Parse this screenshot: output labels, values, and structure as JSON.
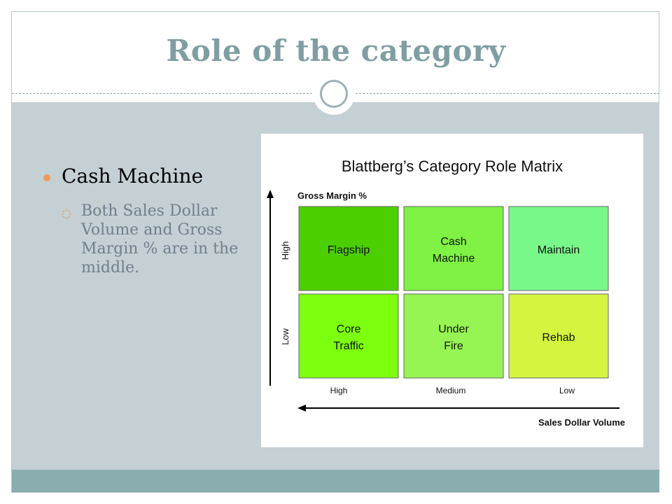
{
  "slide": {
    "title": "Role of the category",
    "bullet": {
      "heading": "Cash Machine",
      "sub": "Both Sales Dollar Volume and Gross Margin % are in the middle."
    }
  },
  "matrix": {
    "title": "Blattberg’s Category Role Matrix",
    "y_axis_label": "Gross Margin %",
    "x_axis_label": "Sales Dollar Volume",
    "y_ticks": [
      "High",
      "Low"
    ],
    "x_ticks": [
      "High",
      "Medium",
      "Low"
    ],
    "cells": [
      {
        "lines": [
          "Flagship"
        ],
        "color": "#4ccf00"
      },
      {
        "lines": [
          "Cash",
          "Machine"
        ],
        "color": "#7ff243"
      },
      {
        "lines": [
          "Maintain"
        ],
        "color": "#78f888"
      },
      {
        "lines": [
          "Core",
          "Traffic"
        ],
        "color": "#7dff10"
      },
      {
        "lines": [
          "Under",
          "Fire"
        ],
        "color": "#96f552"
      },
      {
        "lines": [
          "Rehab"
        ],
        "color": "#d4f53f"
      }
    ]
  }
}
